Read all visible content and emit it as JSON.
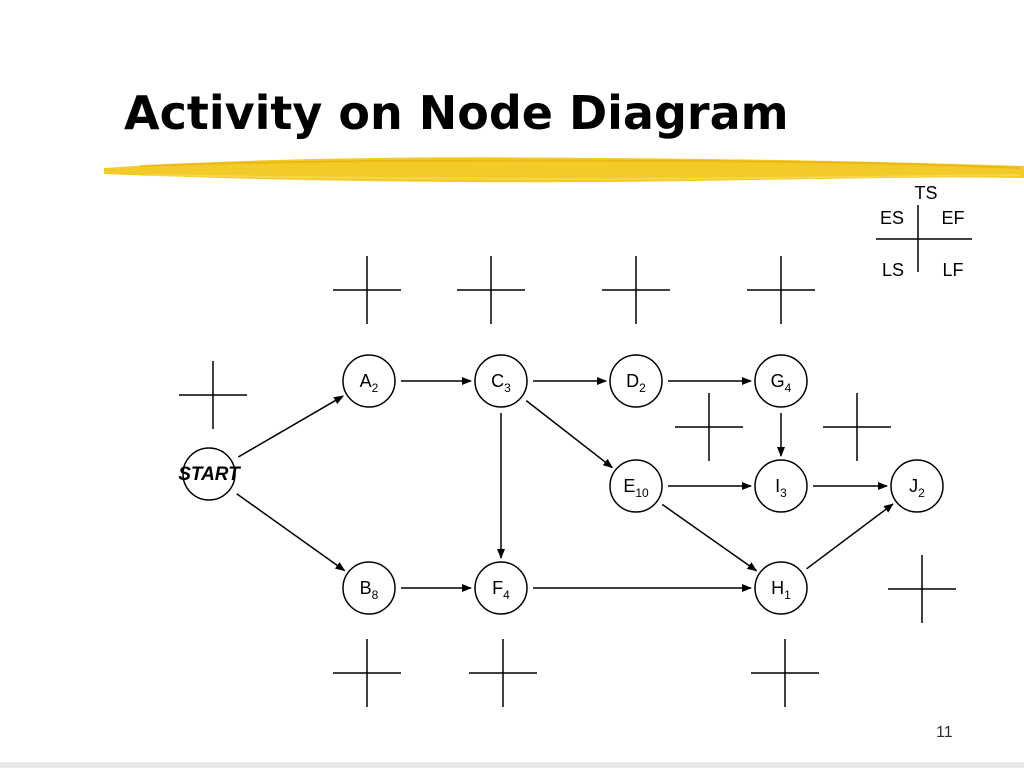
{
  "slide": {
    "title": "Activity on Node Diagram",
    "page_number": "11",
    "highlight_color": "#f2c81c"
  },
  "legend": {
    "top": "TS",
    "top_left": "ES",
    "top_right": "EF",
    "bottom_left": "LS",
    "bottom_right": "LF"
  },
  "nodes": [
    {
      "id": "START",
      "label": "START",
      "sub": ""
    },
    {
      "id": "A",
      "label": "A",
      "sub": "2"
    },
    {
      "id": "B",
      "label": "B",
      "sub": "8"
    },
    {
      "id": "C",
      "label": "C",
      "sub": "3"
    },
    {
      "id": "D",
      "label": "D",
      "sub": "2"
    },
    {
      "id": "E",
      "label": "E",
      "sub": "10"
    },
    {
      "id": "F",
      "label": "F",
      "sub": "4"
    },
    {
      "id": "G",
      "label": "G",
      "sub": "4"
    },
    {
      "id": "H",
      "label": "H",
      "sub": "1"
    },
    {
      "id": "I",
      "label": "I",
      "sub": "3"
    },
    {
      "id": "J",
      "label": "J",
      "sub": "2"
    }
  ],
  "edges": [
    {
      "from": "START",
      "to": "A"
    },
    {
      "from": "START",
      "to": "B"
    },
    {
      "from": "A",
      "to": "C"
    },
    {
      "from": "C",
      "to": "D"
    },
    {
      "from": "C",
      "to": "E"
    },
    {
      "from": "C",
      "to": "F"
    },
    {
      "from": "D",
      "to": "G"
    },
    {
      "from": "G",
      "to": "I"
    },
    {
      "from": "E",
      "to": "I"
    },
    {
      "from": "E",
      "to": "H"
    },
    {
      "from": "B",
      "to": "F"
    },
    {
      "from": "F",
      "to": "H"
    },
    {
      "from": "I",
      "to": "J"
    },
    {
      "from": "H",
      "to": "J"
    }
  ]
}
